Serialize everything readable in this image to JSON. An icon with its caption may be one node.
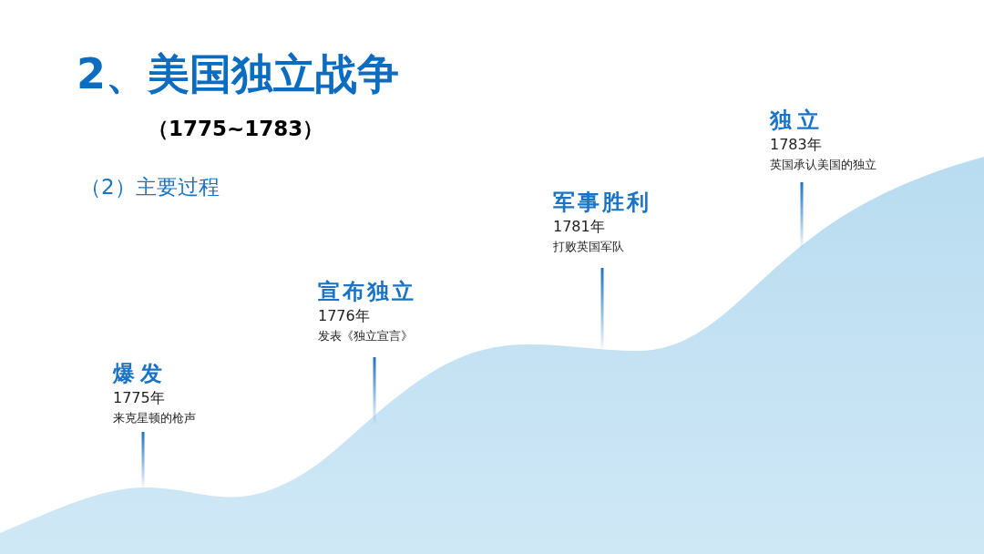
{
  "diagram": {
    "title": "2、美国独立战争",
    "nodes": [
      {
        "text": [
          "爆发",
          "1775年",
          "来克星顿的枪声"
        ]
      },
      {
        "text": [
          "宣布独立",
          "1776年",
          "发表《独立宣言》"
        ]
      },
      {
        "text": [
          "军事胜利",
          "1781年",
          "打败英国军队"
        ]
      },
      {
        "text": [
          "独立",
          "1783年",
          "英国承认美国的独立"
        ]
      }
    ],
    "edges": [
      {
        "from": 0,
        "to": null,
        "arrow": "none"
      },
      {
        "from": 1,
        "to": null,
        "arrow": "none"
      },
      {
        "from": 2,
        "to": null,
        "arrow": "none"
      },
      {
        "from": 3,
        "to": null,
        "arrow": "none"
      }
    ],
    "labels": [
      "（1775~1783）",
      "（2）主要过程"
    ]
  }
}
